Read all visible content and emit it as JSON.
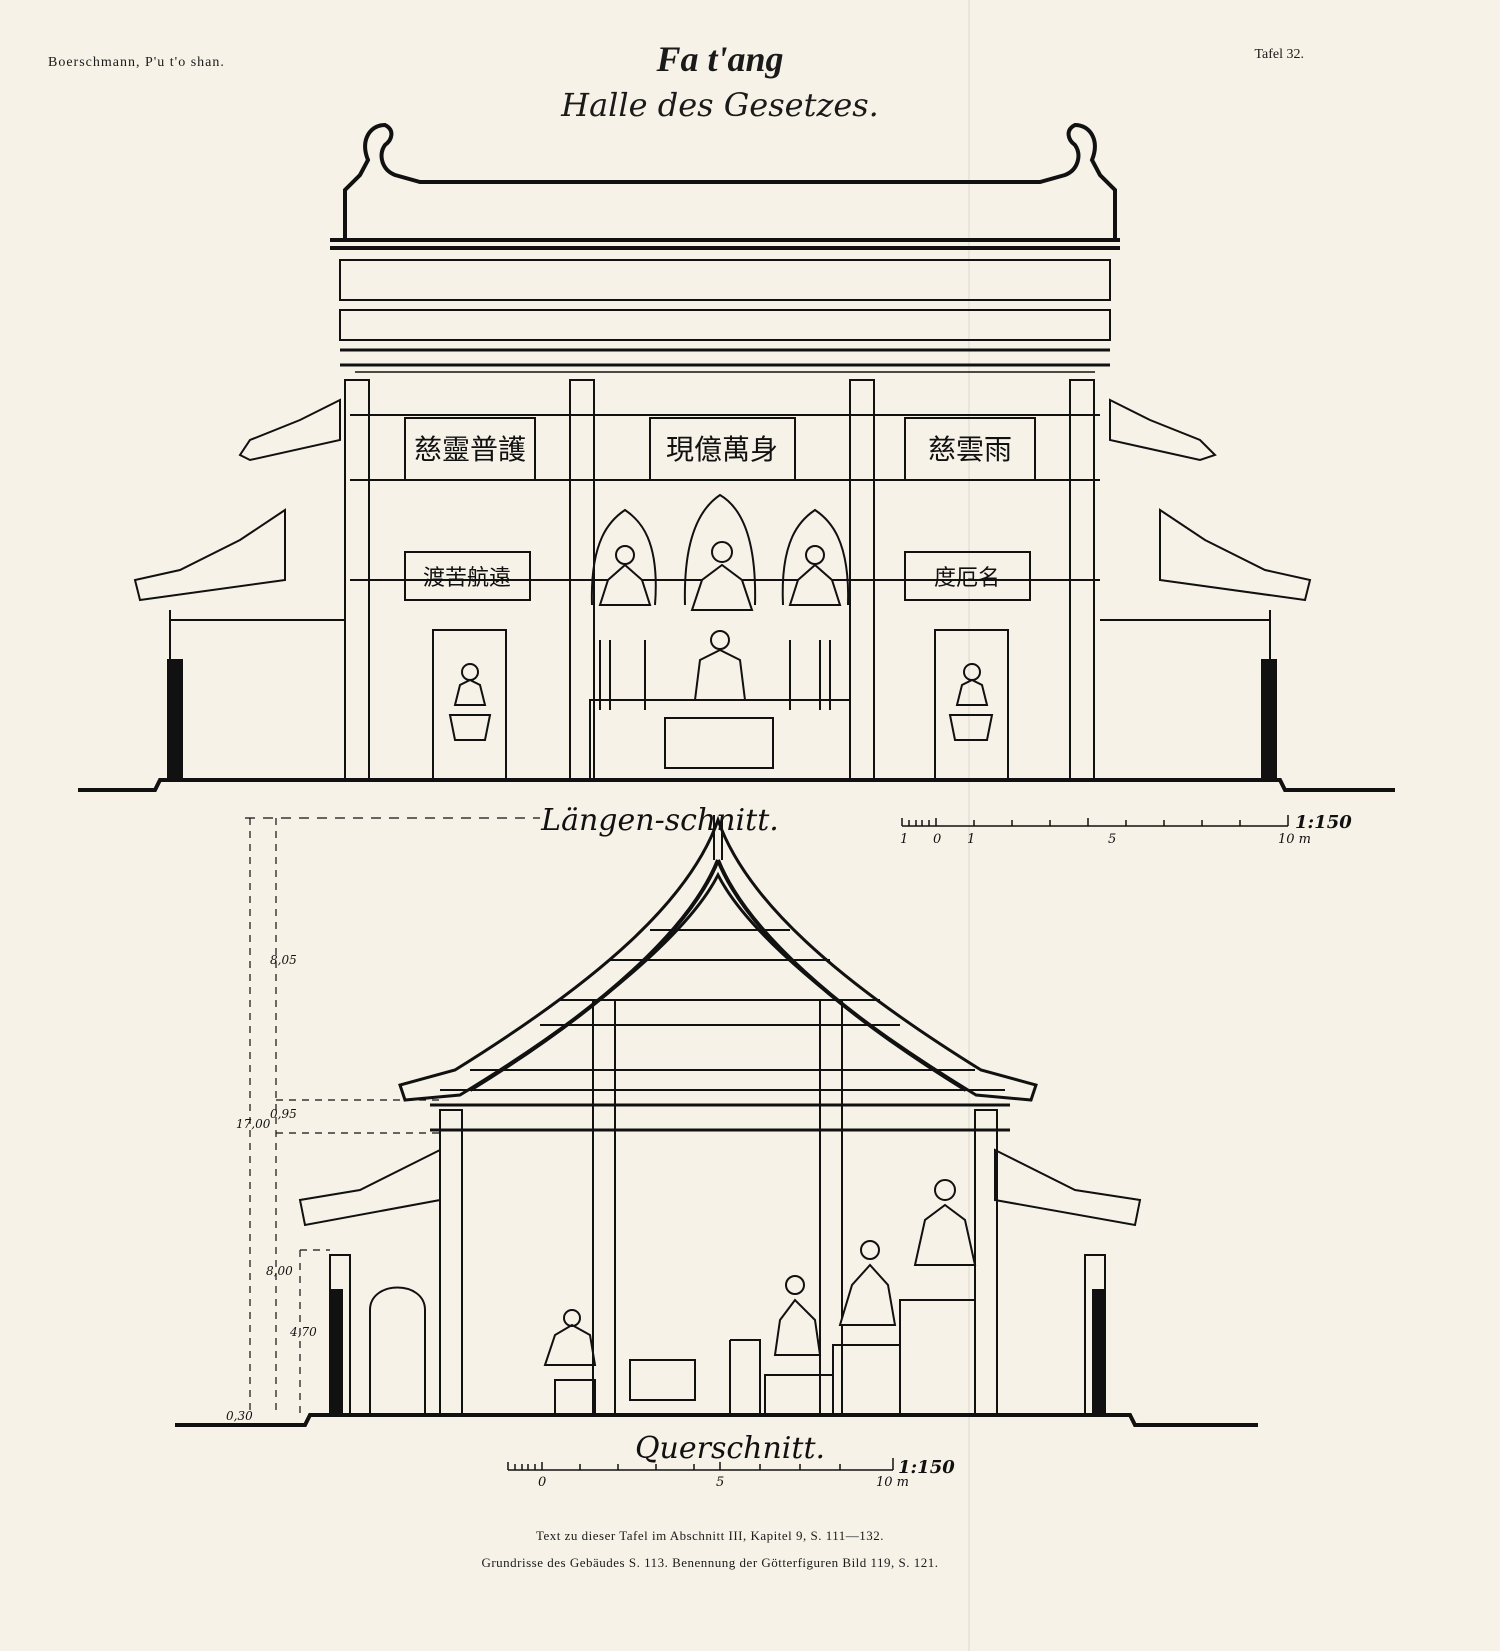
{
  "header": {
    "left": "Boerschmann, P'u t'o shan.",
    "right": "Tafel 32.",
    "title": "Fa t'ang",
    "subtitle": "Halle des Gesetzes."
  },
  "longitudinal": {
    "label": "Längen-schnitt.",
    "tablets": [
      "慈靈普護",
      "現億萬身",
      "慈雲雨",
      "渡苦航遠",
      "度厄名"
    ],
    "scale": {
      "ratio": "1:150",
      "ticks": [
        "1",
        "0",
        "1",
        "5",
        "10 m"
      ]
    }
  },
  "cross": {
    "label": "Querschnitt.",
    "dimensions": [
      "8,05",
      "0,95",
      "17,00",
      "8,00",
      "4,70",
      "0,30"
    ],
    "scale": {
      "ratio": "1:150",
      "ticks": [
        "0",
        "5",
        "10 m"
      ]
    }
  },
  "footer": {
    "line1": "Text zu dieser Tafel im Abschnitt III, Kapitel 9, S. 111—132.",
    "line2": "Grundrisse des Gebäudes S. 113. Benennung der Götterfiguren Bild 119, S. 121."
  }
}
